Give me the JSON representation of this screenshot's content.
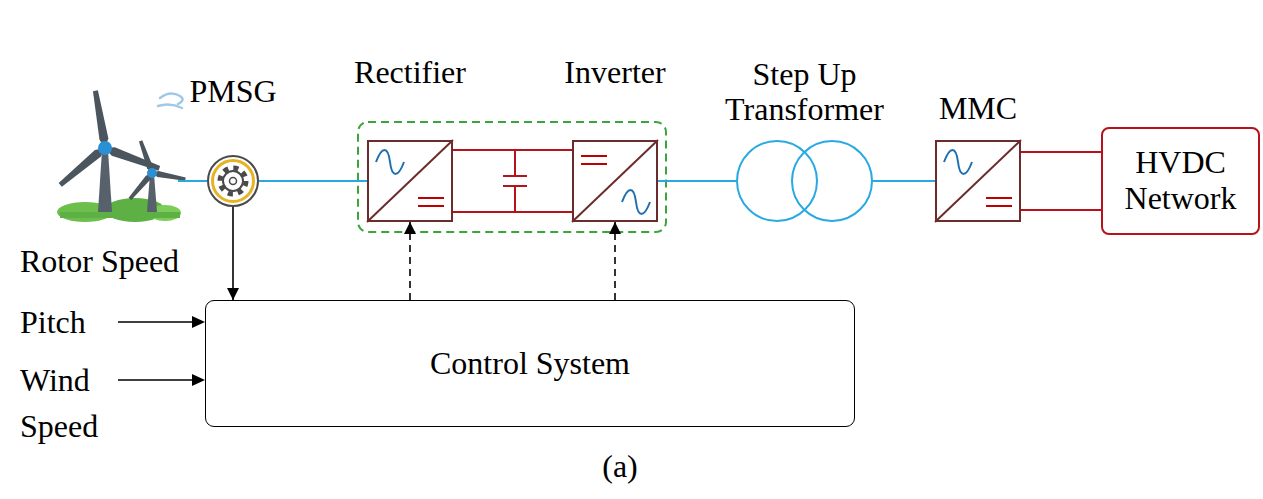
{
  "diagram": {
    "caption": "(a)",
    "nodes": [
      {
        "text": [
          "PMSG"
        ]
      },
      {
        "text": [
          "Rectifier"
        ]
      },
      {
        "text": [
          "Inverter"
        ]
      },
      {
        "text": [
          "Step Up Transformer"
        ]
      },
      {
        "text": [
          "MMC"
        ]
      },
      {
        "text": [
          "HVDC Network"
        ]
      },
      {
        "text": [
          "Control System"
        ]
      }
    ],
    "edges": [
      {
        "from": 0,
        "to": 1,
        "arrow": "none"
      },
      {
        "from": 1,
        "to": 2,
        "arrow": "none"
      },
      {
        "from": 2,
        "to": 3,
        "arrow": "none"
      },
      {
        "from": 3,
        "to": 4,
        "arrow": "none"
      },
      {
        "from": 4,
        "to": 5,
        "arrow": "none"
      },
      {
        "from": 0,
        "to": 6,
        "arrow": "to"
      },
      {
        "from": 6,
        "to": 1,
        "arrow": "to"
      },
      {
        "from": 6,
        "to": 2,
        "arrow": "to"
      }
    ],
    "labels": [
      "Rotor Speed",
      "Pitch",
      "Wind Speed"
    ]
  }
}
